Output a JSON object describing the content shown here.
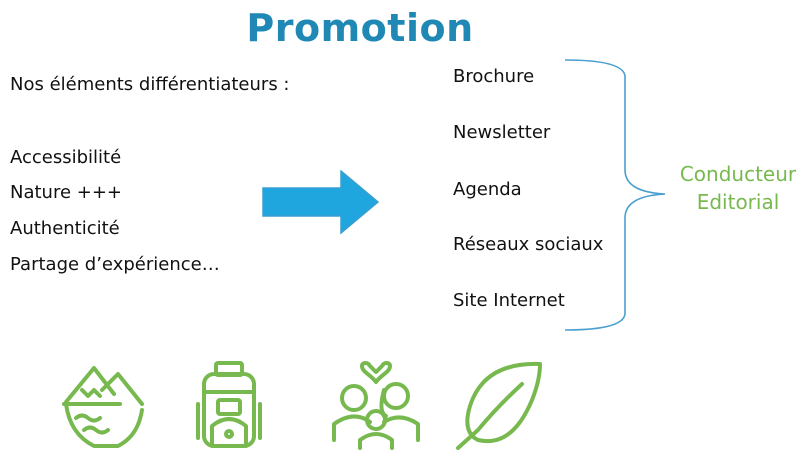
{
  "title": "Promotion",
  "intro": "Nos éléments différentiateurs :",
  "differentiators": [
    "Accessibilité",
    "Nature +++",
    "Authenticité",
    "Partage d’expérience…"
  ],
  "channels": [
    "Brochure",
    "Newsletter",
    "Agenda",
    "Réseaux sociaux",
    "Site Internet"
  ],
  "conducteur": {
    "line1": "Conducteur",
    "line2": "Editorial"
  },
  "colors": {
    "title": "#1f88b5",
    "arrow": "#1fa6df",
    "arrow_outline": "#3a9fcf",
    "brace": "#4a9fd0",
    "green": "#78b94f",
    "text": "#111111"
  },
  "icons": [
    "mountain-lake-icon",
    "backpack-icon",
    "family-heart-icon",
    "leaf-icon"
  ]
}
